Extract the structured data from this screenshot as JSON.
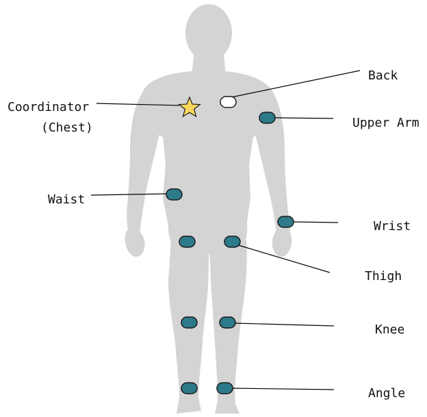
{
  "labels": {
    "back": "Back",
    "coordinator": "Coordinator",
    "chest": "(Chest)",
    "upper_arm": "Upper Arm",
    "waist": "Waist",
    "wrist": "Wrist",
    "thigh": "Thigh",
    "knee": "Knee",
    "ankle": "Angle"
  },
  "colors": {
    "body": "#d4d4d4",
    "sensor": "#2d7a8a",
    "back_sensor": "#ffffff",
    "coordinator_star": "#f7d65a",
    "leader_line": "#000000"
  },
  "icons": {
    "sensor": "sensor-node-icon",
    "coordinator": "star-icon"
  }
}
